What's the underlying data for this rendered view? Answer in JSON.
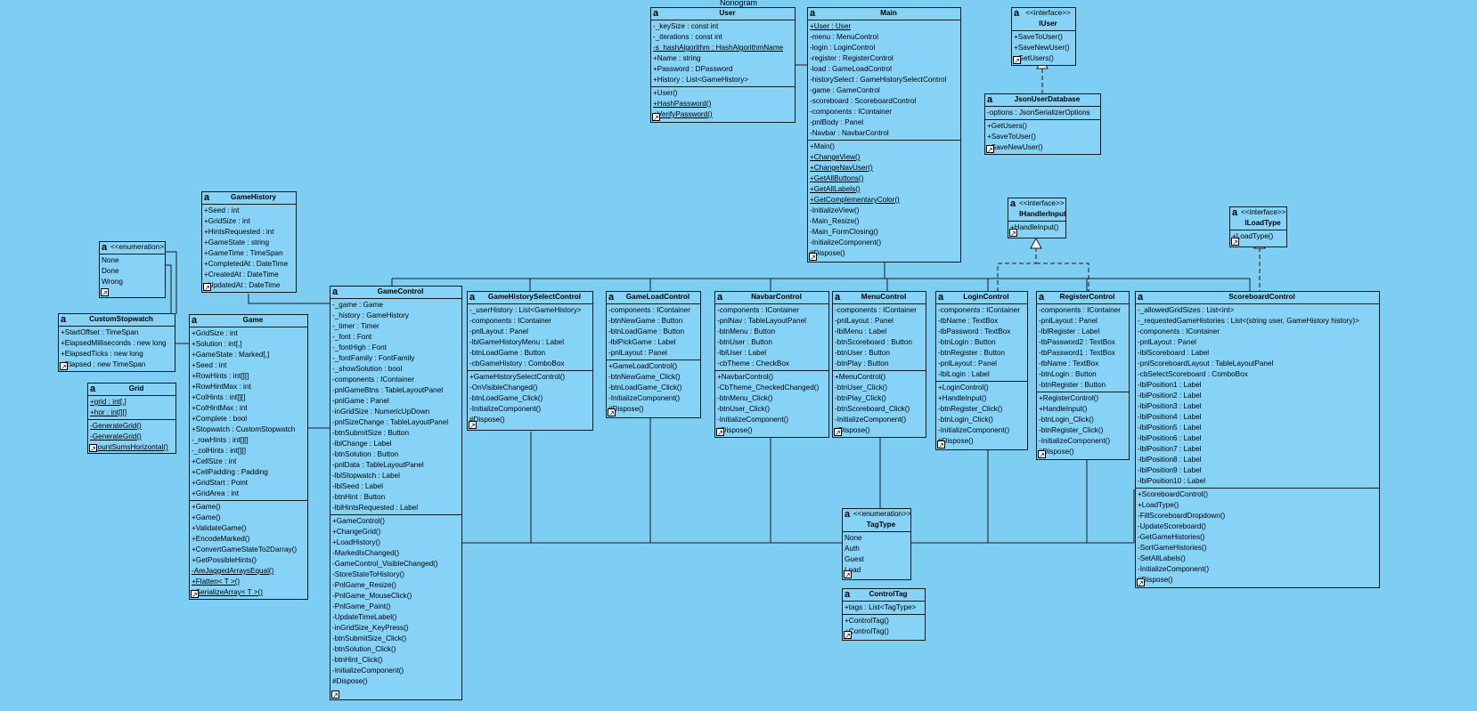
{
  "diagram_title": "Nonogram",
  "classes": [
    {
      "id": "user",
      "name": "User",
      "attrs": [
        "-_keySize : const int",
        "-_iterations : const int",
        "-s_hashAlgorithm : HashAlgorithmName",
        "+Name : string",
        "+Password : DPassword",
        "+History : List<GameHistory>"
      ],
      "ops": [
        "+User()",
        "+HashPassword()",
        "+VerifyPassword()"
      ]
    },
    {
      "id": "main",
      "name": "Main",
      "attrs": [
        "+User : User",
        "-menu : MenuControl",
        "-login : LoginControl",
        "-register : RegisterControl",
        "-load : GameLoadControl",
        "-historySelect : GameHistorySelectControl",
        "-game : GameControl",
        "-scoreboard : ScoreboardControl",
        "-components : IContainer",
        "-pnlBody : Panel",
        "-Navbar : NavbarControl"
      ],
      "ops": [
        "+Main()",
        "+ChangeView()",
        "+ChangeNavUser()",
        "+GetAllButtons()",
        "+GetAllLabels()",
        "+GetComplementaryColor()",
        "-InitializeView()",
        "-Main_Resize()",
        "-Main_FormClosing()",
        "-InitializeComponent()",
        "#Dispose()"
      ]
    },
    {
      "id": "iuser",
      "stereotype": "<<interface>>",
      "name": "IUser",
      "attrs": [],
      "ops": [
        "+SaveToUser()",
        "+SaveNewUser()",
        "+GetUsers()"
      ]
    },
    {
      "id": "jsondb",
      "name": "JsonUserDatabase",
      "attrs": [
        "-options : JsonSerializerOptions"
      ],
      "ops": [
        "+GetUsers()",
        "+SaveToUser()",
        "+SaveNewUser()"
      ]
    },
    {
      "id": "ihandler",
      "stereotype": "<<interface>>",
      "name": "IHandlerInput",
      "attrs": [],
      "ops": [
        "+HandleInput()"
      ]
    },
    {
      "id": "iload",
      "stereotype": "<<interface>>",
      "name": "ILoadType",
      "attrs": [],
      "ops": [
        "+LoadType()"
      ]
    },
    {
      "id": "gamehistory",
      "name": "GameHistory",
      "attrs": [
        "+Seed : int",
        "+GridSize : int",
        "+HintsRequested : int",
        "+GameState : string",
        "+GameTime : TimeSpan",
        "+CompletedAt : DateTime",
        "+CreatedAt : DateTime",
        "+UpdatedAt : DateTime"
      ],
      "ops": []
    },
    {
      "id": "enum1",
      "stereotype": "<<enumeration>>",
      "name": "",
      "attrs": [
        "None",
        "Done",
        "Wrong"
      ],
      "ops": []
    },
    {
      "id": "stopwatch",
      "name": "CustomStopwatch",
      "attrs": [
        "+StartOffset : TimeSpan",
        "+ElapsedMilliseconds : new long",
        "+ElapsedTicks : new long",
        "+Elapsed : new TimeSpan"
      ],
      "ops": []
    },
    {
      "id": "grid",
      "name": "Grid",
      "attrs": [
        "+grid : int[,]",
        "+hor : int[][]"
      ],
      "ops": [
        "-GenerateGrid()",
        "-GenerateGrid()",
        "-CountSumsHorizontal()"
      ]
    },
    {
      "id": "game",
      "name": "Game",
      "attrs": [
        "+GridSize : int",
        "+Solution : int[,]",
        "+GameState : Marked[,]",
        "+Seed : int",
        "+RowHints : int[][]",
        "+RowHintMax : int",
        "+ColHints : int[][]",
        "+ColHintMax : int",
        "+Complete : bool",
        "+Stopwatch : CustomStopwatch",
        "-_rowHints : int[][]",
        "-_colHints : int[][]",
        "+CellSize : int",
        "+CellPadding : Padding",
        "+GridStart : Point",
        "+GridArea : int"
      ],
      "ops": [
        "+Game()",
        "+Game()",
        "+ValidateGame()",
        "+EncodeMarked()",
        "+ConvertGameStateTo2Darray()",
        "+GetPossibleHints()",
        "-AreJaggedArraysEqual()",
        "+Flatten< T >()",
        "+SerializeArray< T >()"
      ]
    },
    {
      "id": "gamecontrol",
      "name": "GameControl",
      "attrs": [
        "-_game : Game",
        "-_history : GameHistory",
        "-_timer : Timer",
        "-_font : Font",
        "-_fontHigh : Font",
        "-_fontFamily : FontFamily",
        "-_showSolution : bool",
        "-components : IContainer",
        "-pnlGameBtns : TableLayoutPanel",
        "-pnlGame : Panel",
        "-inGridSize : NumericUpDown",
        "-pnlSizeChange : TableLayoutPanel",
        "-btnSubmitSize : Button",
        "-lblChange : Label",
        "-btnSolution : Button",
        "-pnlData : TableLayoutPanel",
        "-lblStopwatch : Label",
        "-lblSeed : Label",
        "-btnHint : Button",
        "-lblHintsRequested : Label"
      ],
      "ops": [
        "+GameControl()",
        "+ChangeGrid()",
        "+LoadHistory()",
        "-MarkedIsChanged()",
        "-GameControl_VisibleChanged()",
        "-StoreStateToHistory()",
        "-PnlGame_Resize()",
        "-PnlGame_MouseClick()",
        "-PnlGame_Paint()",
        "-UpdateTimeLabel()",
        "-inGridSize_KeyPress()",
        "-btnSubmitSize_Click()",
        "-btnSolution_Click()",
        "-btnHint_Click()",
        "-InitializeComponent()",
        "#Dispose()"
      ]
    },
    {
      "id": "ghselect",
      "name": "GameHistorySelectControl",
      "attrs": [
        "-_userHistory : List<GameHistory>",
        "-components : IContainer",
        "-pnlLayout : Panel",
        "-lblGameHistoryMenu : Label",
        "-btnLoadGame : Button",
        "-cbGameHistory : ComboBox"
      ],
      "ops": [
        "+GameHistorySelectControl()",
        "-OnVisibleChanged()",
        "-btnLoadGame_Click()",
        "-InitializeComponent()",
        "#Dispose()"
      ]
    },
    {
      "id": "gameload",
      "name": "GameLoadControl",
      "attrs": [
        "-components : IContainer",
        "-btnNewGame : Button",
        "-btnLoadGame : Button",
        "-lblPickGame : Label",
        "-pnlLayout : Panel"
      ],
      "ops": [
        "+GameLoadControl()",
        "-btnNewGame_Click()",
        "-btnLoadGame_Click()",
        "-InitializeComponent()",
        "#Dispose()"
      ]
    },
    {
      "id": "navbar",
      "name": "NavbarControl",
      "attrs": [
        "-components : IContainer",
        "-pnlNav : TableLayoutPanel",
        "-btnMenu : Button",
        "-btnUser : Button",
        "-lblUser : Label",
        "-cbTheme : CheckBox"
      ],
      "ops": [
        "+NavbarControl()",
        "-CbTheme_CheckedChanged()",
        "-btnMenu_Click()",
        "-btnUser_Click()",
        "-InitializeComponent()",
        "#Dispose()"
      ]
    },
    {
      "id": "menu",
      "name": "MenuControl",
      "attrs": [
        "-components : IContainer",
        "-pnlLayout : Panel",
        "-lblMenu : Label",
        "-btnScoreboard : Button",
        "-btnUser : Button",
        "-btnPlay : Button"
      ],
      "ops": [
        "+MenuControl()",
        "-btnUser_Click()",
        "-btnPlay_Click()",
        "-btnScoreboard_Click()",
        "-InitializeComponent()",
        "#Dispose()"
      ]
    },
    {
      "id": "login",
      "name": "LoginControl",
      "attrs": [
        "-components : IContainer",
        "-tbName : TextBox",
        "-tbPassword : TextBox",
        "-btnLogin : Button",
        "-btnRegister : Button",
        "-pnlLayout : Panel",
        "-lblLogin : Label"
      ],
      "ops": [
        "+LoginControl()",
        "+HandleInput()",
        "-btnRegister_Click()",
        "-btnLogin_Click()",
        "-InitializeComponent()",
        "#Dispose()"
      ]
    },
    {
      "id": "register",
      "name": "RegisterControl",
      "attrs": [
        "-components : IContainer",
        "-pnlLayout : Panel",
        "-lblRegister : Label",
        "-tbPassword2 : TextBox",
        "-tbPassword1 : TextBox",
        "-tbName : TextBox",
        "-btnLogin : Button",
        "-btnRegister : Button"
      ],
      "ops": [
        "+RegisterControl()",
        "+HandleInput()",
        "-btnLogin_Click()",
        "-btnRegister_Click()",
        "-InitializeComponent()",
        "#Dispose()"
      ]
    },
    {
      "id": "scoreboard",
      "name": "ScoreboardControl",
      "attrs": [
        "-_allowedGridSizes : List<int>",
        "-_requestedGameHistories : List<(string user, GameHistory history)>",
        "-components : IContainer",
        "-pnlLayout : Panel",
        "-lblScoreboard : Label",
        "-pnlScoreboardLayout : TableLayoutPanel",
        "-cbSelectScoreboard : ComboBox",
        "-lblPosition1 : Label",
        "-lblPosition2 : Label",
        "-lblPosition3 : Label",
        "-lblPosition4 : Label",
        "-lblPosition5 : Label",
        "-lblPosition6 : Label",
        "-lblPosition7 : Label",
        "-lblPosition8 : Label",
        "-lblPosition9 : Label",
        "-lblPosition10 : Label"
      ],
      "ops": [
        "+ScoreboardControl()",
        "+LoadType()",
        "-FillScoreboardDropdown()",
        "-UpdateScoreboard()",
        "-GetGameHistories()",
        "-SortGameHistories()",
        "-SetAllLabels()",
        "-InitializeComponent()",
        "#Dispose()"
      ]
    },
    {
      "id": "tagtype",
      "stereotype": "<<enumeration>>",
      "name": "TagType",
      "attrs": [
        "None",
        "Auth",
        "Guest",
        "Load"
      ],
      "ops": []
    },
    {
      "id": "controltag",
      "name": "ControlTag",
      "attrs": [
        "+tags : List<TagType>"
      ],
      "ops": [
        "+ControlTag()",
        "+ControlTag()"
      ]
    }
  ]
}
